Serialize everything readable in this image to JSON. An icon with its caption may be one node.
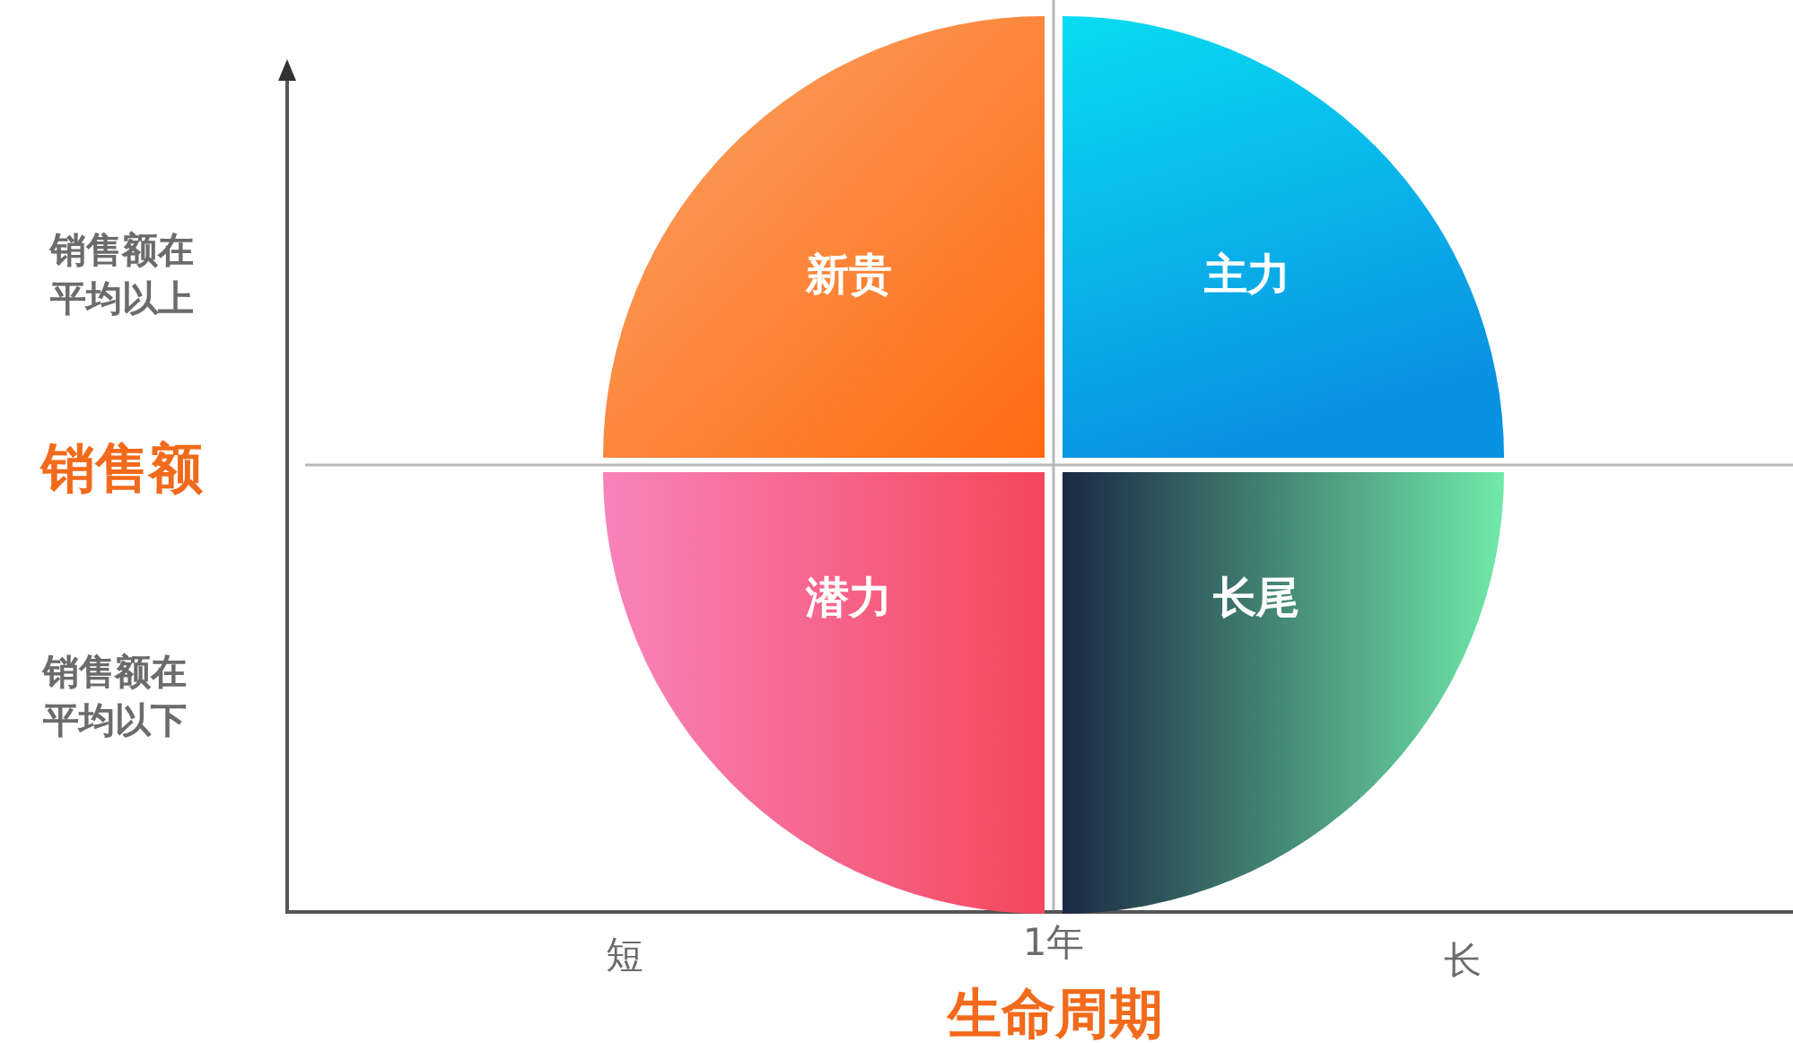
{
  "diagram": {
    "nodes": [
      {
        "text": [
          "新贵"
        ]
      },
      {
        "text": [
          "主力"
        ]
      },
      {
        "text": [
          "潜力"
        ]
      },
      {
        "text": [
          "长尾"
        ]
      }
    ],
    "labels": [
      "销售额在平均以上",
      "销售额",
      "销售额在平均以下",
      "短",
      "1年",
      "长",
      "生命周期"
    ]
  }
}
